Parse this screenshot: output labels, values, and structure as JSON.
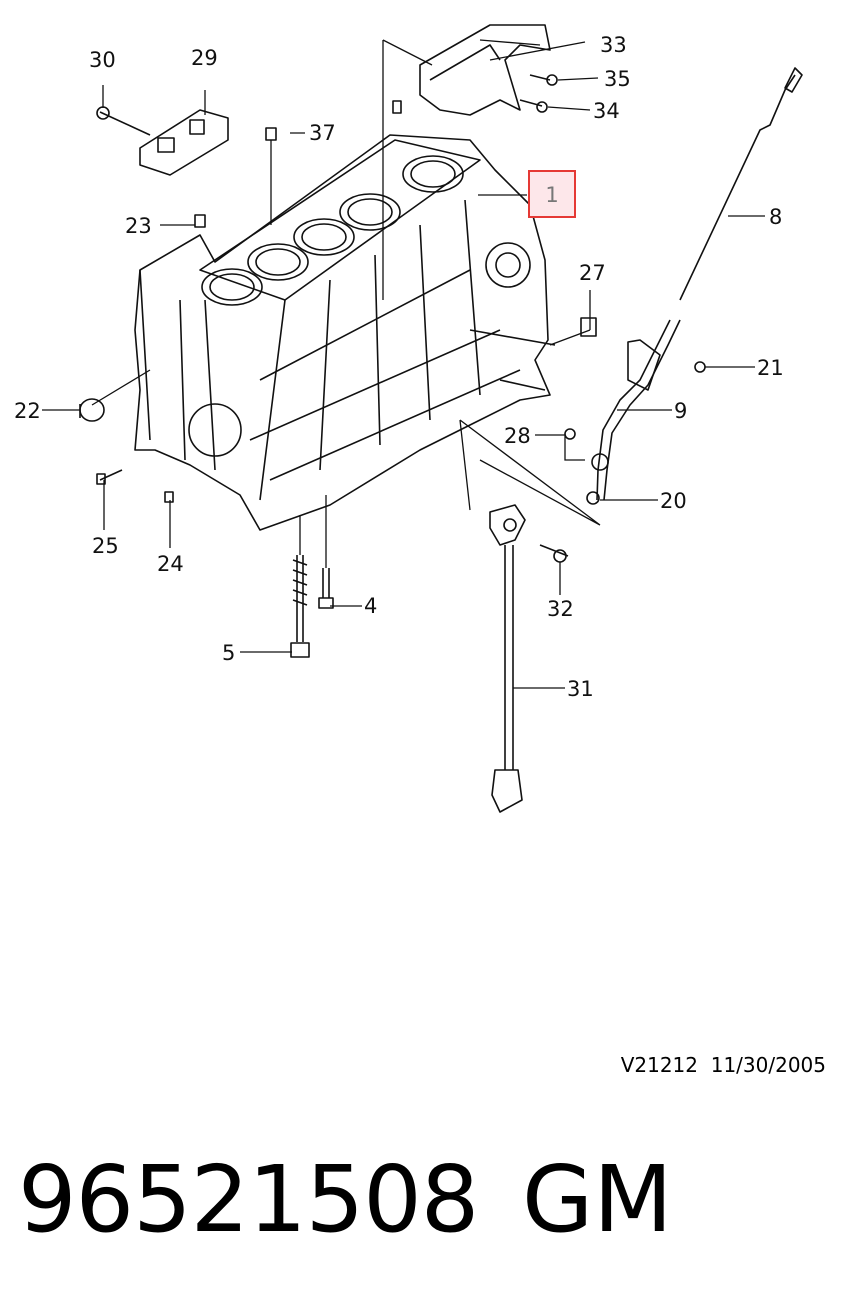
{
  "diagram": {
    "callouts": [
      {
        "id": "30",
        "label": "30"
      },
      {
        "id": "29",
        "label": "29"
      },
      {
        "id": "37",
        "label": "37"
      },
      {
        "id": "33",
        "label": "33"
      },
      {
        "id": "35",
        "label": "35"
      },
      {
        "id": "34",
        "label": "34"
      },
      {
        "id": "1",
        "label": "1",
        "highlighted": true
      },
      {
        "id": "8",
        "label": "8"
      },
      {
        "id": "23",
        "label": "23"
      },
      {
        "id": "27",
        "label": "27"
      },
      {
        "id": "21",
        "label": "21"
      },
      {
        "id": "22",
        "label": "22"
      },
      {
        "id": "9",
        "label": "9"
      },
      {
        "id": "28",
        "label": "28"
      },
      {
        "id": "20",
        "label": "20"
      },
      {
        "id": "25",
        "label": "25"
      },
      {
        "id": "24",
        "label": "24"
      },
      {
        "id": "32",
        "label": "32"
      },
      {
        "id": "4",
        "label": "4"
      },
      {
        "id": "5",
        "label": "5"
      },
      {
        "id": "31",
        "label": "31"
      }
    ],
    "highlight_color": "#e53935"
  },
  "footer": {
    "reference": "V21212  11/30/2005",
    "part_number": "96521508",
    "brand": "GM"
  }
}
